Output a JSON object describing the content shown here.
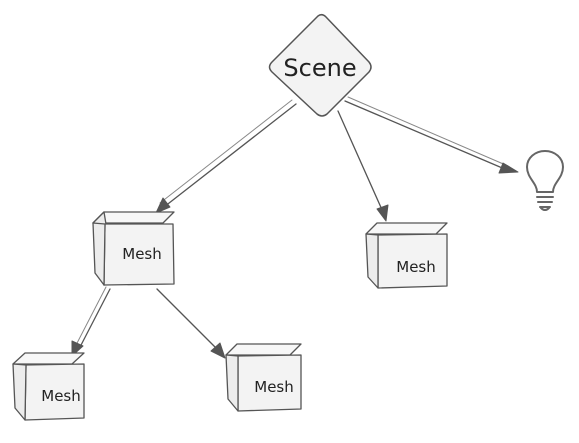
{
  "diagram": {
    "root": {
      "label": "Scene"
    },
    "nodes": [
      {
        "label": "Mesh"
      },
      {
        "label": "Mesh"
      },
      {
        "label": "Mesh"
      },
      {
        "label": "Mesh"
      }
    ],
    "light": {
      "icon": "light-bulb-icon"
    },
    "edges": [
      {
        "from": "Scene",
        "to": "Mesh 1"
      },
      {
        "from": "Scene",
        "to": "Mesh 2"
      },
      {
        "from": "Scene",
        "to": "light"
      },
      {
        "from": "Mesh 1",
        "to": "Mesh 3"
      },
      {
        "from": "Mesh 1",
        "to": "Mesh 4"
      }
    ],
    "colors": {
      "stroke": "#555555",
      "fill": "#f3f3f3"
    }
  }
}
